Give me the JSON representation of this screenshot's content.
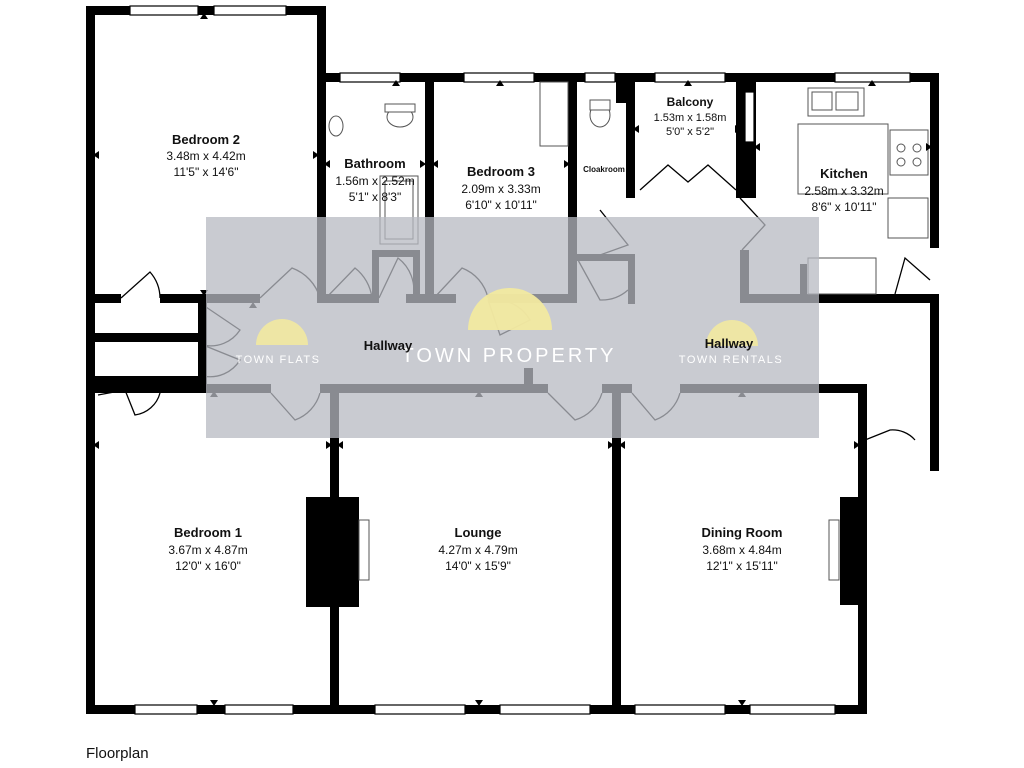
{
  "rooms": {
    "bedroom2": {
      "name": "Bedroom 2",
      "metric": "3.48m x 4.42m",
      "imperial": "11'5\" x 14'6\""
    },
    "bathroom": {
      "name": "Bathroom",
      "metric": "1.56m x 2.52m",
      "imperial": "5'1\" x 8'3\""
    },
    "bedroom3": {
      "name": "Bedroom 3",
      "metric": "2.09m x 3.33m",
      "imperial": "6'10\" x 10'11\""
    },
    "cloakroom": {
      "name": "Cloakroom"
    },
    "balcony": {
      "name": "Balcony",
      "metric": "1.53m x 1.58m",
      "imperial": "5'0\" x 5'2\""
    },
    "kitchen": {
      "name": "Kitchen",
      "metric": "2.58m x 3.32m",
      "imperial": "8'6\" x 10'11\""
    },
    "hallway_left": {
      "name": "Hallway"
    },
    "hallway_right": {
      "name": "Hallway"
    },
    "bedroom1": {
      "name": "Bedroom 1",
      "metric": "3.67m x 4.87m",
      "imperial": "12'0\" x 16'0\""
    },
    "lounge": {
      "name": "Lounge",
      "metric": "4.27m x 4.79m",
      "imperial": "14'0\" x 15'9\""
    },
    "dining": {
      "name": "Dining Room",
      "metric": "3.68m x 4.84m",
      "imperial": "12'1\" x 15'11\""
    }
  },
  "watermark": {
    "main": "TOWN PROPERTY",
    "left": "TOWN FLATS",
    "right": "TOWN RENTALS",
    "band_color": "#b7b9c2",
    "sun_color": "#f2e9a0"
  },
  "caption": "Floorplan"
}
